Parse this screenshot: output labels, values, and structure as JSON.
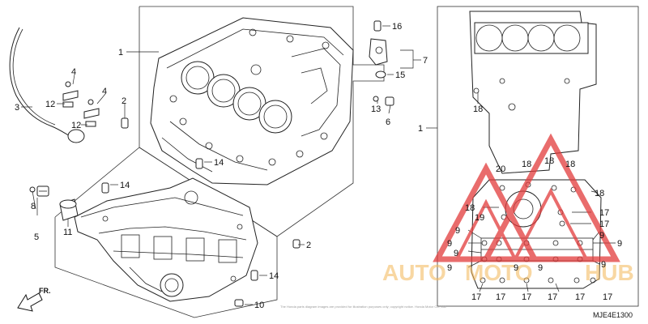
{
  "diagram_code": "MJE4E1300",
  "direction_label": "FR.",
  "fine_print": "The Honda parts diagram images are provided for illustration purposes only; copyright notice. Honda Motor Co., Ltd.",
  "watermark": {
    "text_left": "AUTO",
    "text_mid": "MOTO",
    "text_right": "HUB",
    "color_fill": "#f2b75a",
    "color_mark": "#e23b3b"
  },
  "callouts": {
    "c1a": "1",
    "c1b": "1",
    "c2a": "2",
    "c2b": "2",
    "c3": "3",
    "c4a": "4",
    "c4b": "4",
    "c5": "5",
    "c6": "6",
    "c7": "7",
    "c8": "8",
    "c10": "10",
    "c11": "11",
    "c12a": "12",
    "c12b": "12",
    "c13": "13",
    "c14a": "14",
    "c14b": "14",
    "c14c": "14",
    "c15": "15",
    "c16": "16",
    "r18a": "18",
    "r18b": "18",
    "r18c": "18",
    "r18d": "18",
    "r18e": "18",
    "r18f": "18",
    "r20": "20",
    "r19": "19",
    "r17a": "17",
    "r17b": "17",
    "r9a": "9",
    "r9b": "9",
    "r9c": "9",
    "r9d": "9",
    "r9e": "9",
    "r9f": "9",
    "r9g": "9",
    "r9h": "9",
    "r9i": "9",
    "r17c": "17",
    "r17d": "17",
    "r17e": "17",
    "r17f": "17",
    "r17g": "17",
    "r17h": "17"
  }
}
